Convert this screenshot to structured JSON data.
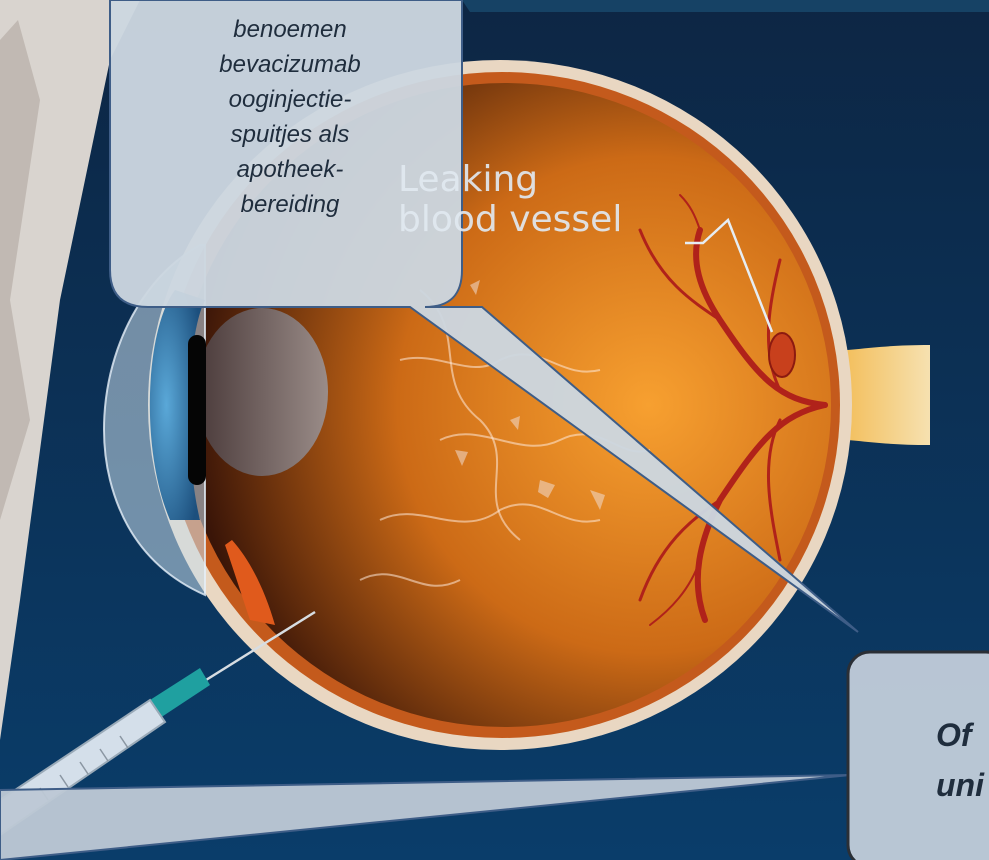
{
  "callouts": {
    "top": [
      "benoemen",
      "bevacizumab",
      "ooginjectie-",
      "spuitjes als",
      "apotheek-",
      "bereiding"
    ],
    "right": [
      "Of",
      "uni"
    ]
  },
  "illustration": {
    "label_line1": "Leaking",
    "label_line2": "blood vessel"
  },
  "colors": {
    "background": "#0c2a4c",
    "callout_fill": "#c8d2dc",
    "callout_border": "#3e5d87",
    "sclera": "#e8d6c0",
    "vitreous": "#e58a22",
    "vessel": "#b0221a",
    "iris": "#2f6f9c"
  },
  "icons": [
    "eye-icon",
    "syringe-icon"
  ]
}
